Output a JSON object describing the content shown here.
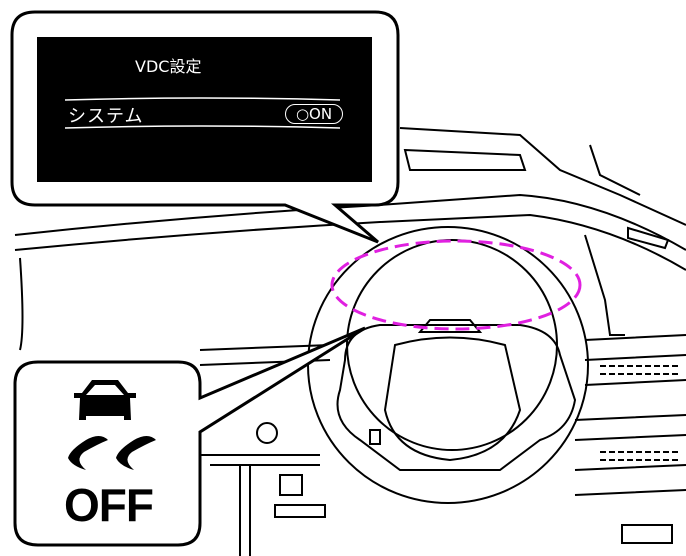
{
  "display": {
    "title": "VDC設定",
    "row_label": "システム",
    "row_state": "○ON"
  },
  "indicator": {
    "icon": "vdc-off-icon",
    "label": "OFF"
  },
  "colors": {
    "highlight": "#e020e0",
    "screen": "#000000"
  }
}
